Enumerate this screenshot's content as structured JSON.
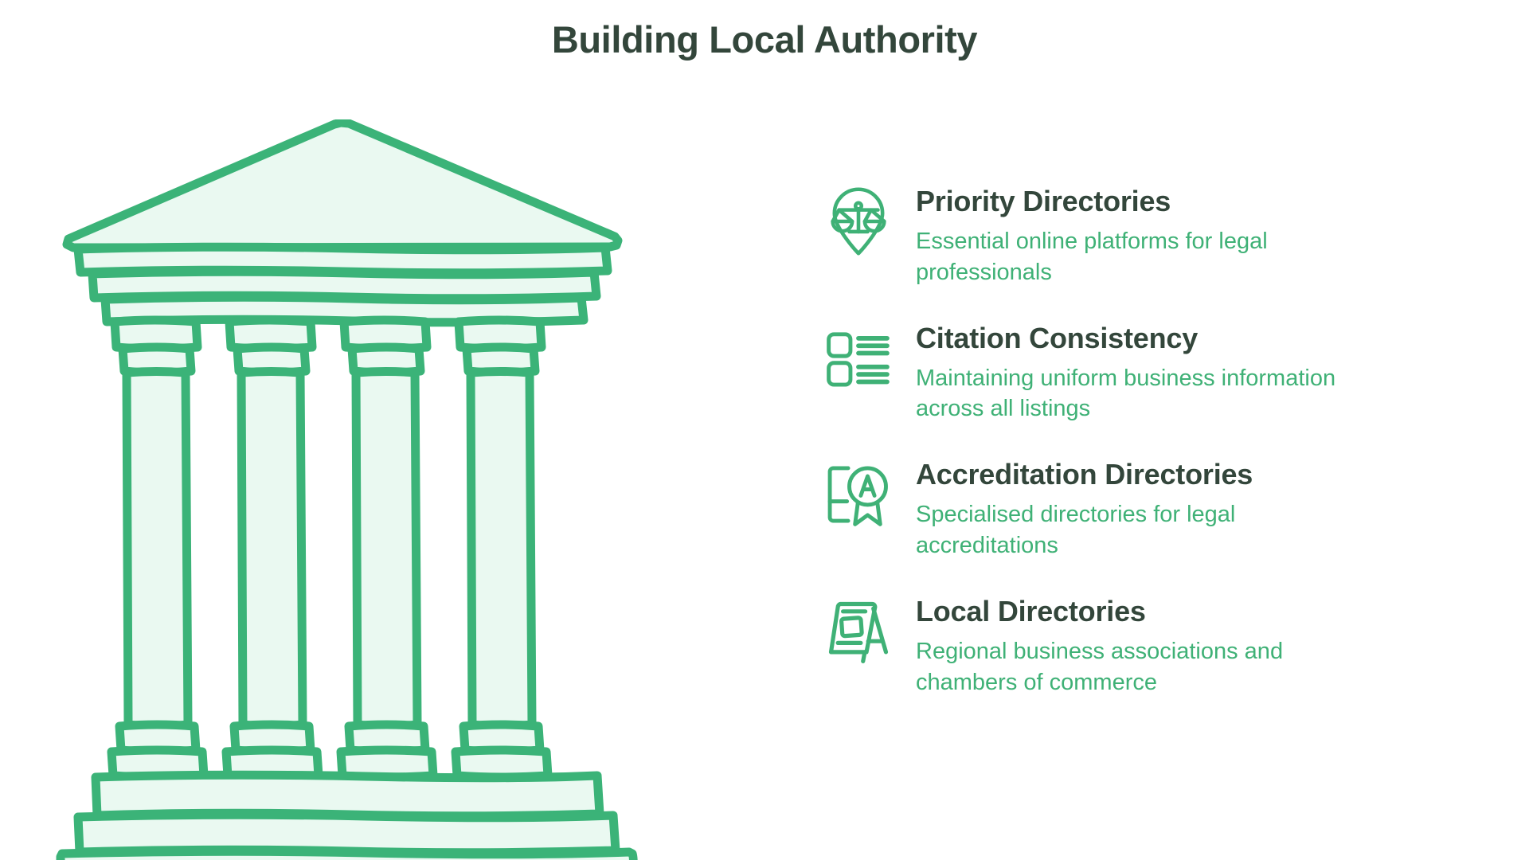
{
  "header": {
    "title": "Building Local Authority"
  },
  "colors": {
    "heading_dark_green": "#33463B",
    "accent_green": "#3FB176",
    "illustration_stroke": "#3BB378",
    "illustration_fill": "#EAF9F1",
    "background": "#FFFFFF"
  },
  "illustration": {
    "name": "classical-temple-building",
    "description": "Hand-drawn classical temple with triangular pediment, four columns and stepped base",
    "column_count": 4,
    "step_count": 3
  },
  "features": [
    {
      "icon": "scales-of-justice-pin-icon",
      "heading": "Priority Directories",
      "description": "Essential online platforms for legal professionals"
    },
    {
      "icon": "checklist-lines-icon",
      "heading": "Citation Consistency",
      "description": "Maintaining uniform business information across all listings"
    },
    {
      "icon": "accreditation-award-badge-icon",
      "heading": "Accreditation Directories",
      "description": "Specialised directories for legal accreditations"
    },
    {
      "icon": "a-frame-sign-board-icon",
      "heading": "Local Directories",
      "description": "Regional business associations and chambers of commerce"
    }
  ]
}
